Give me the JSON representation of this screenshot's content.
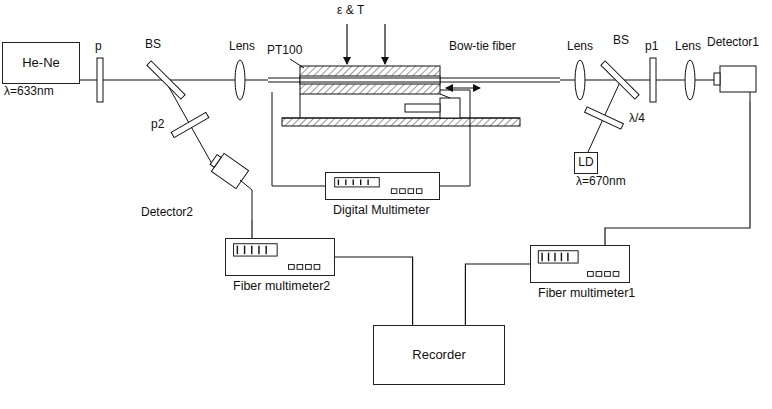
{
  "diagram": {
    "nodes": [
      {
        "text": [
          "He-Ne",
          "λ=633nm"
        ]
      },
      {
        "text": [
          "Detector1"
        ]
      },
      {
        "text": [
          "Detector2"
        ]
      },
      {
        "text": [
          "LD",
          "λ=670nm"
        ]
      },
      {
        "text": [
          "Digital Multimeter"
        ]
      },
      {
        "text": [
          "Fiber multimeter2"
        ]
      },
      {
        "text": [
          "Fiber multimeter1"
        ]
      },
      {
        "text": [
          "Recorder"
        ]
      }
    ],
    "edges": [
      {
        "from": 2,
        "to": 5,
        "arrow": "none"
      },
      {
        "from": 5,
        "to": 7,
        "arrow": "none"
      },
      {
        "from": 6,
        "to": 7,
        "arrow": "none"
      },
      {
        "from": 1,
        "to": 6,
        "arrow": "none"
      }
    ],
    "labels": [
      "ε & T",
      "p",
      "BS",
      "Lens",
      "PT100",
      "Bow-tie fiber",
      "Lens",
      "BS",
      "p1",
      "Lens",
      "p2",
      "λ/4"
    ]
  }
}
